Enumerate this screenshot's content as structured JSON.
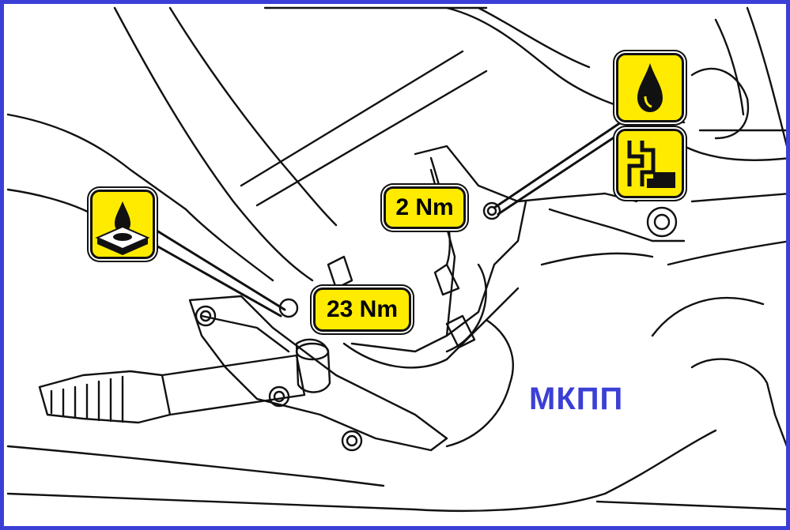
{
  "diagram": {
    "torque_labels": {
      "upper": "2 Nm",
      "lower": "23 Nm"
    },
    "caption": "МКПП",
    "icons": {
      "grease_symbol": "grease-point-icon",
      "oil_symbol": "oil-drop-icon",
      "line_symbol": "fluid-line-icon"
    },
    "colors": {
      "border": "#3b3fd6",
      "label_fill": "#ffeb00",
      "caption": "#3b3fd6",
      "ink": "#111111"
    }
  }
}
